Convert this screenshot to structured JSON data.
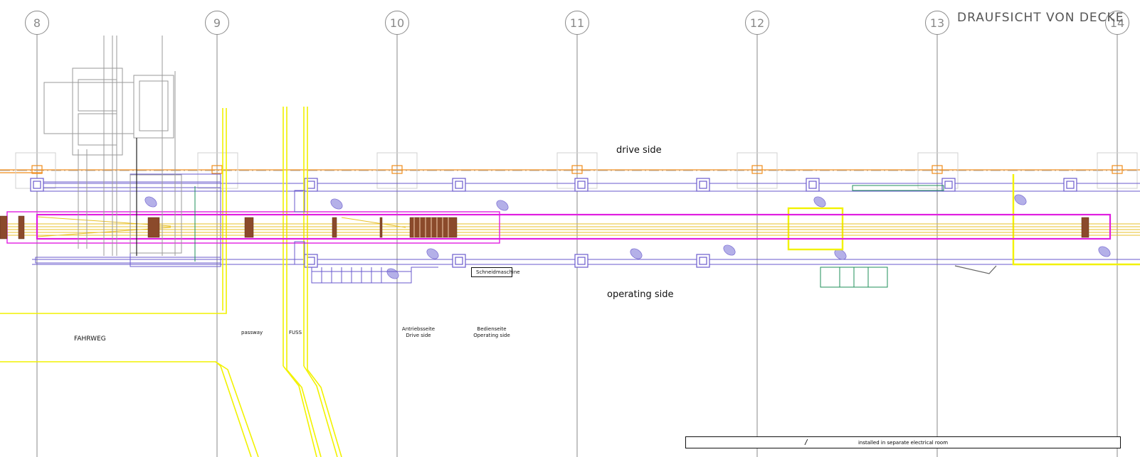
{
  "drawing": {
    "title": "DRAUFSICHT VON DECKE",
    "grid_axes": [
      "8",
      "9",
      "10",
      "11",
      "12",
      "13",
      "14"
    ],
    "labels": {
      "drive_side": "drive side",
      "operating_side": "operating side",
      "fahrweg": "FAHRWEG",
      "passway": "passway",
      "fuss": "FUSS",
      "antriebsseite": "Antriebsseite",
      "drive_side_small": "Drive side",
      "bedienseite": "Bedienseite",
      "operating_side_small": "Operating side",
      "schneidmaschine": "Schneidmaschine",
      "legend_text": "installed in separate electrical room",
      "legend_symbol": "/"
    },
    "colors": {
      "grid_line": "#8a8a8a",
      "machine_outline": "#e01ee0",
      "conveyor": "#e8c12a",
      "brown": "#8b4a2b",
      "walkway": "#f2f200",
      "support_blue": "#6a5acd",
      "orange": "#f08c1a",
      "green": "#1f8f5a"
    }
  }
}
